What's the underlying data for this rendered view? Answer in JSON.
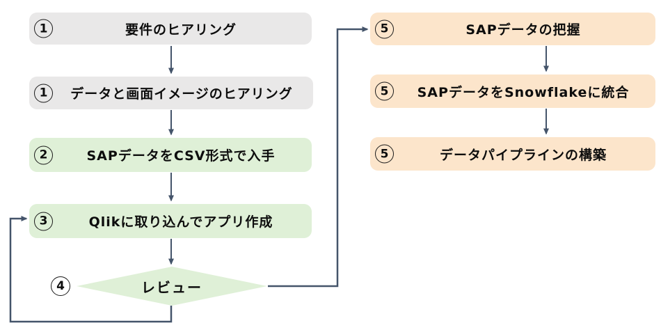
{
  "diagram": {
    "colors": {
      "gray": "#e9e8e8",
      "green": "#dff0d7",
      "orange": "#fce5cb",
      "line": "#44546a",
      "text": "#0d0d0d"
    },
    "left_flow": [
      {
        "number": "1",
        "label": "要件のヒアリング"
      },
      {
        "number": "1",
        "label": "データと画面イメージのヒアリング"
      },
      {
        "number": "2",
        "label": "SAPデータをCSV形式で入手"
      },
      {
        "number": "3",
        "label": "Qlikに取り込んでアプリ作成"
      }
    ],
    "decision": {
      "number": "4",
      "label": "レビュー"
    },
    "right_flow": [
      {
        "number": "5",
        "label": "SAPデータの把握"
      },
      {
        "number": "5",
        "label": "SAPデータをSnowflakeに統合"
      },
      {
        "number": "5",
        "label": "データパイプラインの構築"
      }
    ]
  }
}
